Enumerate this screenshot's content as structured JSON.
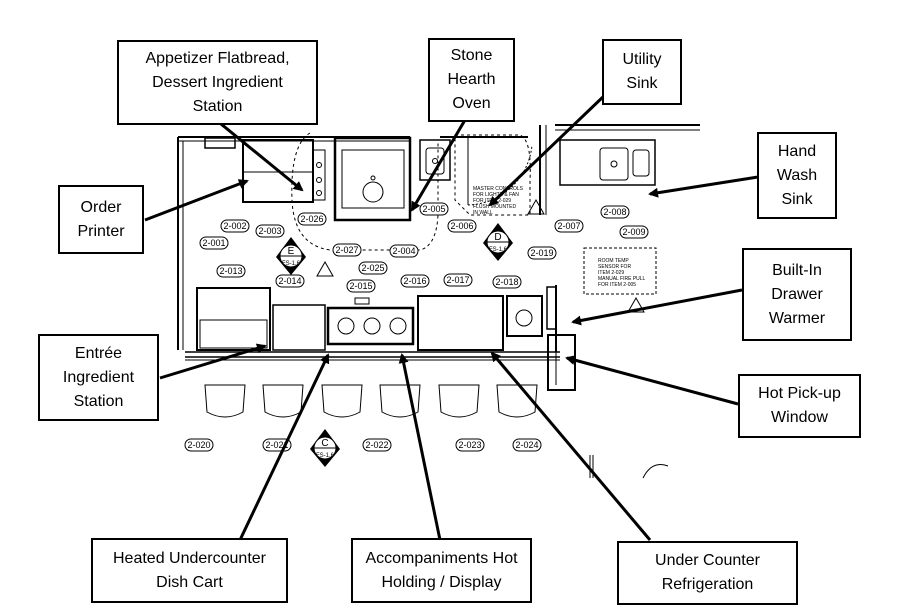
{
  "callouts": {
    "appetizer_station": "Appetizer Flatbread,\nDessert Ingredient\nStation",
    "stone_oven": "Stone\nHearth\nOven",
    "utility_sink": "Utility\nSink",
    "hand_wash_sink": "Hand\nWash\nSink",
    "order_printer": "Order\nPrinter",
    "drawer_warmer": "Built-In\nDrawer\nWarmer",
    "entree_station": "Entrée\nIngredient\nStation",
    "hot_pickup_window": "Hot Pick-up\nWindow",
    "dish_cart": "Heated Undercounter\nDish Cart",
    "hot_holding": "Accompaniments Hot\nHolding / Display",
    "under_counter_refrigeration": "Under Counter\nRefrigeration"
  },
  "item_tags": {
    "t2001": "2-001",
    "t2002": "2-002",
    "t2003": "2-003",
    "t2004": "2-004",
    "t2005": "2-005",
    "t2006": "2-006",
    "t2007": "2-007",
    "t2008": "2-008",
    "t2009": "2-009",
    "t2013": "2-013",
    "t2014": "2-014",
    "t2015": "2-015",
    "t2016": "2-016",
    "t2017": "2-017",
    "t2018": "2-018",
    "t2019": "2-019",
    "t2020": "2-020",
    "t2021": "2-021",
    "t2022": "2-022",
    "t2023": "2-023",
    "t2024": "2-024",
    "t2025": "2-025",
    "t2026": "2-026",
    "t2027": "2-027"
  },
  "section_markers": {
    "c": {
      "letter": "C",
      "ref": "FS-1.6"
    },
    "d": {
      "letter": "D",
      "ref": "FS-1.6"
    },
    "e": {
      "letter": "E",
      "ref": "FS-1.6"
    }
  },
  "notes": {
    "switch_note": "MASTER CONTROLS\nFOR LIGHTS & FAN\nFOR ITEM 2-029\nFLUSH MOUNTED\nIN WALL",
    "room_temp_note": "ROOM TEMP\nSENSOR FOR\nITEM 2-029\nMANUAL FIRE PULL\nFOR ITEM 2-005"
  }
}
